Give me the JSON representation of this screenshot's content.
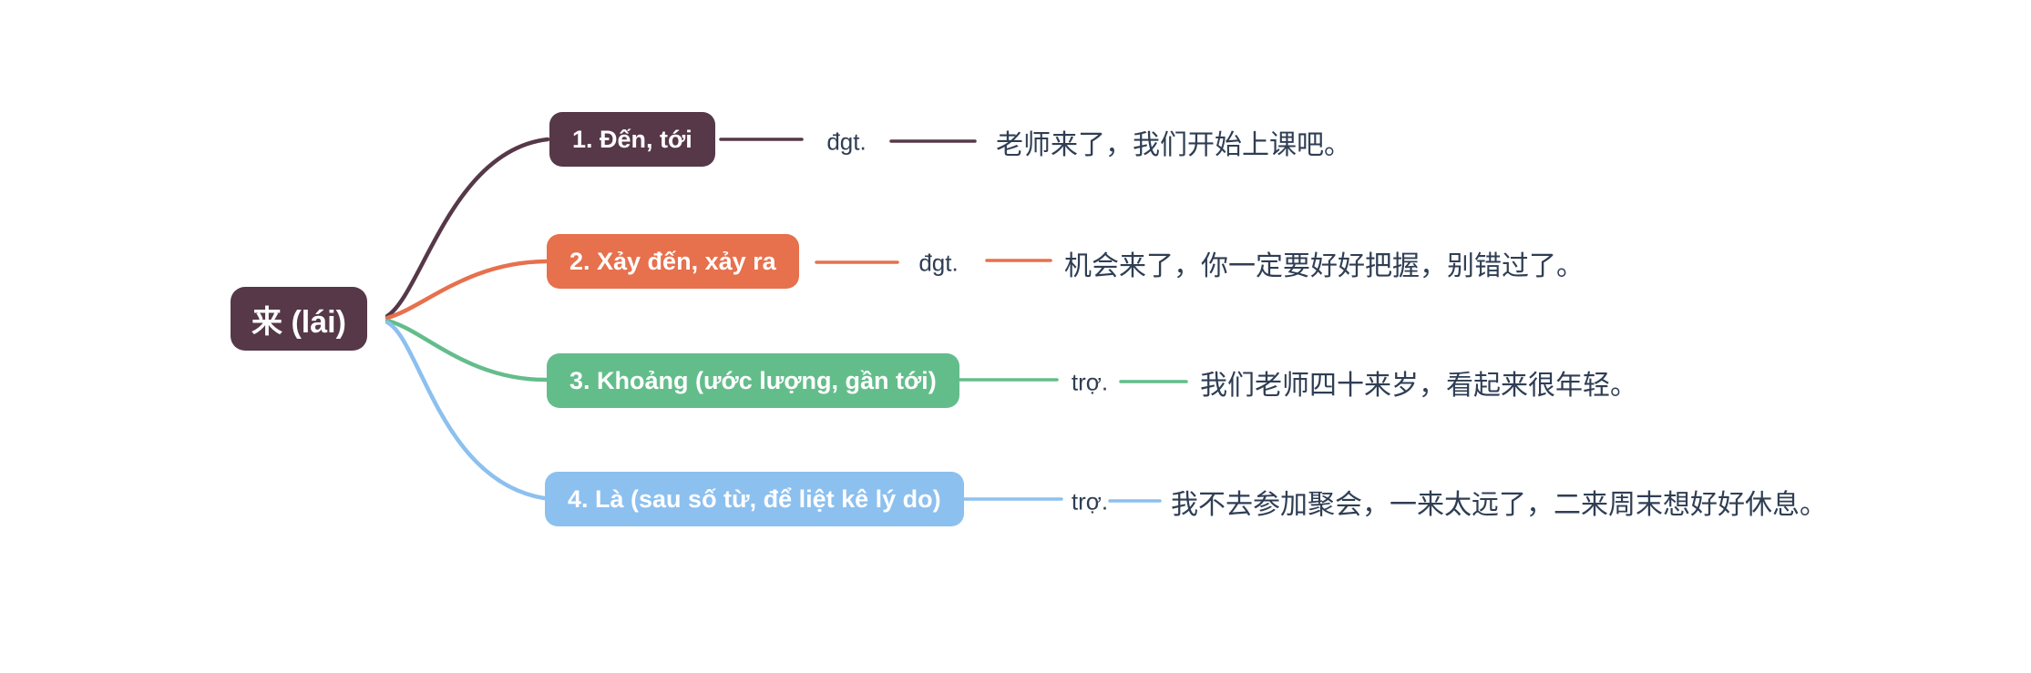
{
  "root": {
    "label": "来 (lái)",
    "color": "#563848",
    "text_color": "#ffffff"
  },
  "colors": {
    "background": "#ffffff",
    "text": "#2f3e54"
  },
  "branches": [
    {
      "label": "1. Đến, tới",
      "pos": "đgt.",
      "example": "老师来了，我们开始上课吧。",
      "color": "#563848"
    },
    {
      "label": "2. Xảy đến, xảy ra",
      "pos": "đgt.",
      "example": "机会来了，你一定要好好把握，别错过了。",
      "color": "#e7704d"
    },
    {
      "label": "3. Khoảng (ước lượng, gần tới)",
      "pos": "trợ.",
      "example": "我们老师四十来岁，看起来很年轻。",
      "color": "#63bd8b"
    },
    {
      "label": "4. Là (sau số từ, để liệt kê lý do)",
      "pos": "trợ.",
      "example": "我不去参加聚会，一来太远了，二来周末想好好休息。",
      "color": "#8cc0ef"
    }
  ]
}
